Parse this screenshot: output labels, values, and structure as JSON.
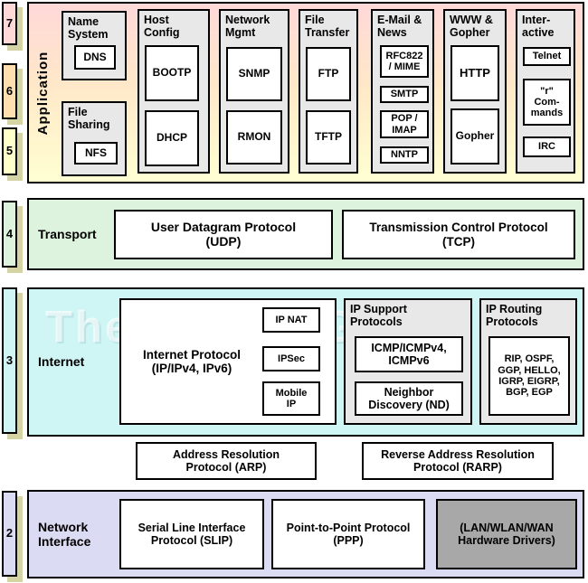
{
  "watermark": "The TCP/IP Guide",
  "layer_numbers": {
    "l7": "7",
    "l6": "6",
    "l5": "5",
    "l4": "4",
    "l3": "3",
    "l2": "2"
  },
  "application": {
    "label": "Application",
    "groups": {
      "name_system": {
        "label": "Name\nSystem",
        "dns": "DNS"
      },
      "file_sharing": {
        "label": "File\nSharing",
        "nfs": "NFS"
      },
      "host_config": {
        "label": "Host\nConfig",
        "bootp": "BOOTP",
        "dhcp": "DHCP"
      },
      "network_mgmt": {
        "label": "Network\nMgmt",
        "snmp": "SNMP",
        "rmon": "RMON"
      },
      "file_transfer": {
        "label": "File\nTransfer",
        "ftp": "FTP",
        "tftp": "TFTP"
      },
      "email_news": {
        "label": "E-Mail &\nNews",
        "rfc822": "RFC822\n/ MIME",
        "smtp": "SMTP",
        "pop_imap": "POP /\nIMAP",
        "nntp": "NNTP"
      },
      "www_gopher": {
        "label": "WWW &\nGopher",
        "http": "HTTP",
        "gopher": "Gopher"
      },
      "interactive": {
        "label": "Inter-\nactive",
        "telnet": "Telnet",
        "r_commands": "\"r\"\nCom-\nmands",
        "irc": "IRC"
      }
    }
  },
  "transport": {
    "label": "Transport",
    "udp": "User Datagram Protocol\n(UDP)",
    "tcp": "Transmission Control Protocol\n(TCP)"
  },
  "internet": {
    "label": "Internet",
    "ip": "Internet Protocol\n(IP/IPv4, IPv6)",
    "ip_nat": "IP NAT",
    "ipsec": "IPSec",
    "mobile_ip": "Mobile\nIP",
    "support": {
      "label": "IP Support\nProtocols",
      "icmp": "ICMP/ICMPv4,\nICMPv6",
      "nd": "Neighbor\nDiscovery (ND)"
    },
    "routing": {
      "label": "IP Routing\nProtocols",
      "list": "RIP, OSPF,\nGGP, HELLO,\nIGRP, EIGRP,\nBGP, EGP"
    }
  },
  "arp": "Address Resolution\nProtocol (ARP)",
  "rarp": "Reverse Address Resolution\nProtocol (RARP)",
  "network_interface": {
    "label": "Network\nInterface",
    "slip": "Serial Line Interface\nProtocol (SLIP)",
    "ppp": "Point-to-Point Protocol\n(PPP)",
    "lan": "(LAN/WLAN/WAN\nHardware Drivers)"
  },
  "colors": {
    "layer7_pink": "#ffd8d8",
    "layer6_peach": "#ffdfb0",
    "layer5_yellow": "#ffffcc",
    "layer4_green": "#def3de",
    "layer3_cyan": "#d0f5f5",
    "layer2_lavender": "#dbdbf4",
    "shadow_khaki": "#d4d4a4",
    "group_gray": "#e8e8e8",
    "hardware_gray": "#a8a8a8"
  }
}
